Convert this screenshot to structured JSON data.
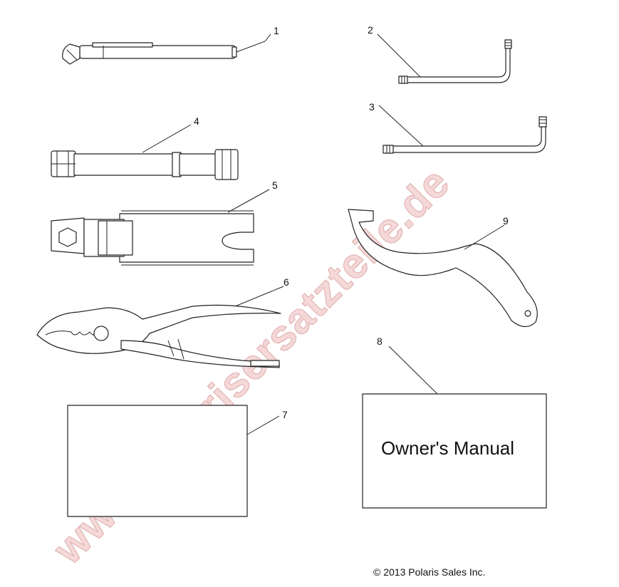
{
  "watermark": "www.polarisersatzteile.de",
  "callouts": {
    "c1": "1",
    "c2": "2",
    "c3": "3",
    "c4": "4",
    "c5": "5",
    "c6": "6",
    "c7": "7",
    "c8": "8",
    "c9": "9"
  },
  "owners_manual": "Owner's Manual",
  "copyright": "© 2013 Polaris Sales Inc.",
  "colors": {
    "line": "#222222",
    "watermark_fill": "#f5d8d8",
    "watermark_stroke": "#e3b4b4"
  }
}
